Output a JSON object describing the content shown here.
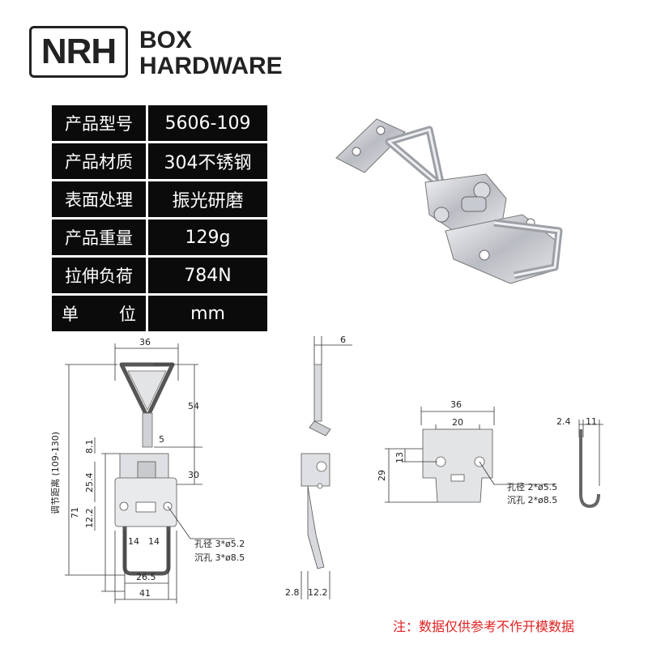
{
  "logo": {
    "mark": "NRH",
    "brand_line1": "BOX",
    "brand_line2": "HARDWARE"
  },
  "specs": [
    {
      "label": "产品型号",
      "value": "5606-109"
    },
    {
      "label": "产品材质",
      "value": "304不锈钢"
    },
    {
      "label": "表面处理",
      "value": "振光研磨"
    },
    {
      "label": "产品重量",
      "value": "129g"
    },
    {
      "label": "拉伸负荷",
      "value": "784N"
    },
    {
      "label_a": "单",
      "label_b": "位",
      "value": "mm"
    }
  ],
  "front_view": {
    "width_top": "36",
    "height_handle": "54",
    "d_5": "5",
    "d_8_1": "8.1",
    "d_30": "30",
    "d_25_4": "25.4",
    "d_12_2": "12.2",
    "d_71": "71",
    "adjust": "调节距离 (109-130)",
    "d_14a": "14",
    "d_14b": "14",
    "d_26_5": "26.5",
    "d_41": "41",
    "hole_note_1": "孔径 3*ø5.2",
    "hole_note_2": "沉孔 3*ø8.5"
  },
  "side_view": {
    "d_6": "6",
    "d_2_8": "2.8",
    "d_12_2": "12.2"
  },
  "plate_view": {
    "d_36": "36",
    "d_20": "20",
    "d_13": "13",
    "d_29": "29",
    "hole_note_1": "孔径 2*ø5.5",
    "hole_note_2": "沉孔 2*ø8.5"
  },
  "hook_view": {
    "d_2_4": "2.4",
    "d_11": "11"
  },
  "footnote": "注：数据仅供参考不作开模数据"
}
